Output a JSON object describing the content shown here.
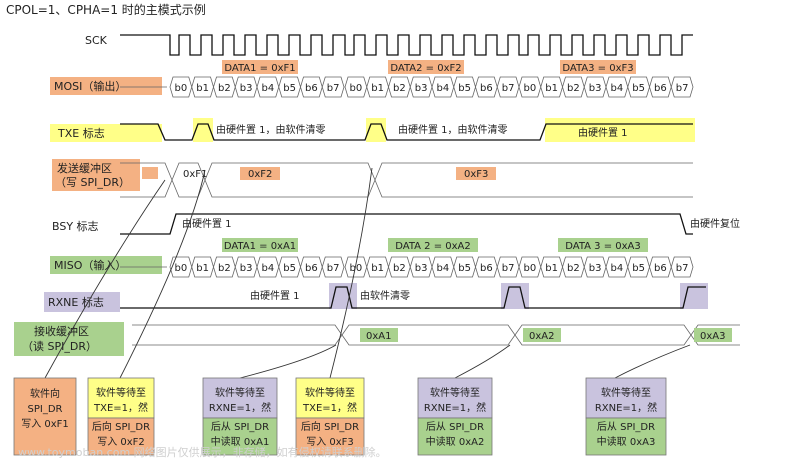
{
  "title": "CPOL=1、CPHA=1 时的主模式示例",
  "signals": {
    "sck": "SCK",
    "mosi": "MOSI（输出）",
    "txe": "TXE 标志",
    "tx_buffer_line1": "发送缓冲区",
    "tx_buffer_line2": "（写 SPI_DR）",
    "bsy": "BSY 标志",
    "miso": "MISO（输入）",
    "rxne": "RXNE 标志",
    "rx_buffer_line1": "接收缓冲区",
    "rx_buffer_line2": "（读 SPI_DR）"
  },
  "mosi_data": [
    "DATA1 = 0xF1",
    "DATA2 = 0xF2",
    "DATA3 = 0xF3"
  ],
  "miso_data": [
    "DATA1 = 0xA1",
    "DATA 2 = 0xA2",
    "DATA 3 = 0xA3"
  ],
  "bits": [
    "b0",
    "b1",
    "b2",
    "b3",
    "b4",
    "b5",
    "b6",
    "b7"
  ],
  "tx_values": [
    "0xF1",
    "0xF2",
    "0xF3"
  ],
  "rx_values": [
    "0xA1",
    "0xA2",
    "0xA3"
  ],
  "notes": {
    "txe_hw_sw_1": "由硬件置 1，由软件清零",
    "txe_hw_sw_2": "由硬件置 1，由软件清零",
    "txe_hw_set": "由硬件置 1",
    "bsy_set": "由硬件置 1",
    "bsy_reset": "由硬件复位",
    "rxne_hw_set": "由硬件置 1",
    "rxne_sw_clear": "由软件清零"
  },
  "boxes": [
    {
      "lines": [
        "软件向",
        "SPI_DR",
        "写入 0xF1"
      ],
      "bottom": []
    },
    {
      "lines": [
        "软件等待至",
        "TXE=1，然"
      ],
      "bottom": [
        "后向 SPI_DR",
        "写入 0xF2"
      ]
    },
    {
      "lines": [
        "软件等待至",
        "RXNE=1，然"
      ],
      "bottom": [
        "后从 SPI_DR",
        "中读取 0xA1"
      ]
    },
    {
      "lines": [
        "软件等待至",
        "TXE=1，然"
      ],
      "bottom": [
        "后向 SPI_DR",
        "写入 0xF3"
      ]
    },
    {
      "lines": [
        "软件等待至",
        "RXNE=1，然"
      ],
      "bottom": [
        "后从 SPI_DR",
        "中读取 0xA2"
      ]
    },
    {
      "lines": [
        "软件等待至",
        "RXNE=1，然"
      ],
      "bottom": [
        "后从 SPI_DR",
        "中读取 0xA3"
      ]
    }
  ],
  "watermark": "www.toymoban.com 网络图片仅供展示，非存储，如有侵权请联系删除。",
  "colors": {
    "orange": "#f4b183",
    "yellow": "#ffff88",
    "green": "#a9d18e",
    "lavender": "#c9c3de"
  }
}
